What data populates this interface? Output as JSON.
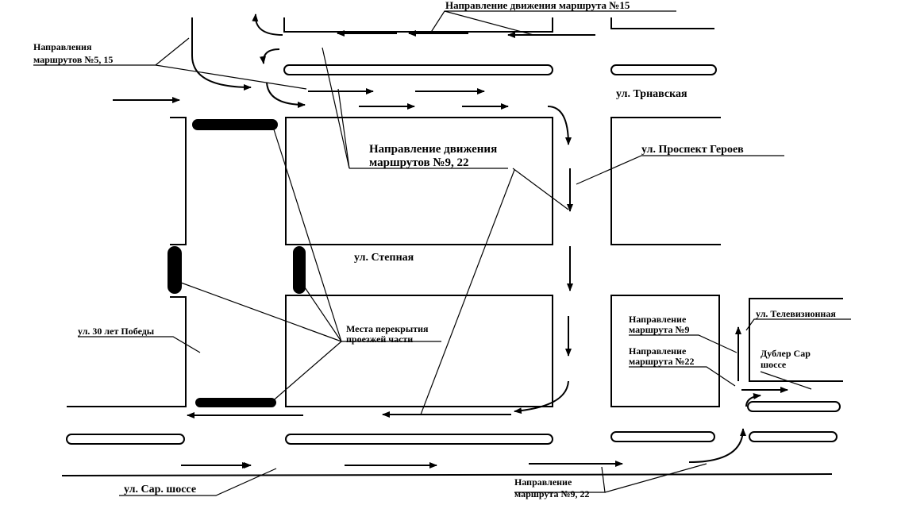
{
  "labels": {
    "route15": "Направление движения маршрута №15",
    "routes_5_15_l1": "Направления",
    "routes_5_15_l2": "маршрутов №5, 15",
    "street_trnavskaya": "ул. Трнавская",
    "routes_9_22_l1": "Направление движения",
    "routes_9_22_l2": "маршрутов №9, 22",
    "street_prospekt_geroev": "ул. Проспект Героев",
    "street_stepnaya": "ул. Степная",
    "closure_l1": "Места перекрытия",
    "closure_l2": "проезжей части",
    "street_30_let_pobedy": "ул. 30 лет Победы",
    "route9_l1": "Направление",
    "route9_l2": "маршрута №9",
    "route22_l1": "Направление",
    "route22_l2": "маршрута №22",
    "street_televizionnaya": "ул. Телевизионная",
    "dubler_l1": "Дублер Сар",
    "dubler_l2": "шоссе",
    "street_sar_shosse": "ул. Сар. шоссе",
    "route_9_22_bottom_l1": "Направление",
    "route_9_22_bottom_l2": "маршрута №9, 22"
  },
  "colors": {
    "ink": "#000000",
    "paper": "#ffffff"
  }
}
